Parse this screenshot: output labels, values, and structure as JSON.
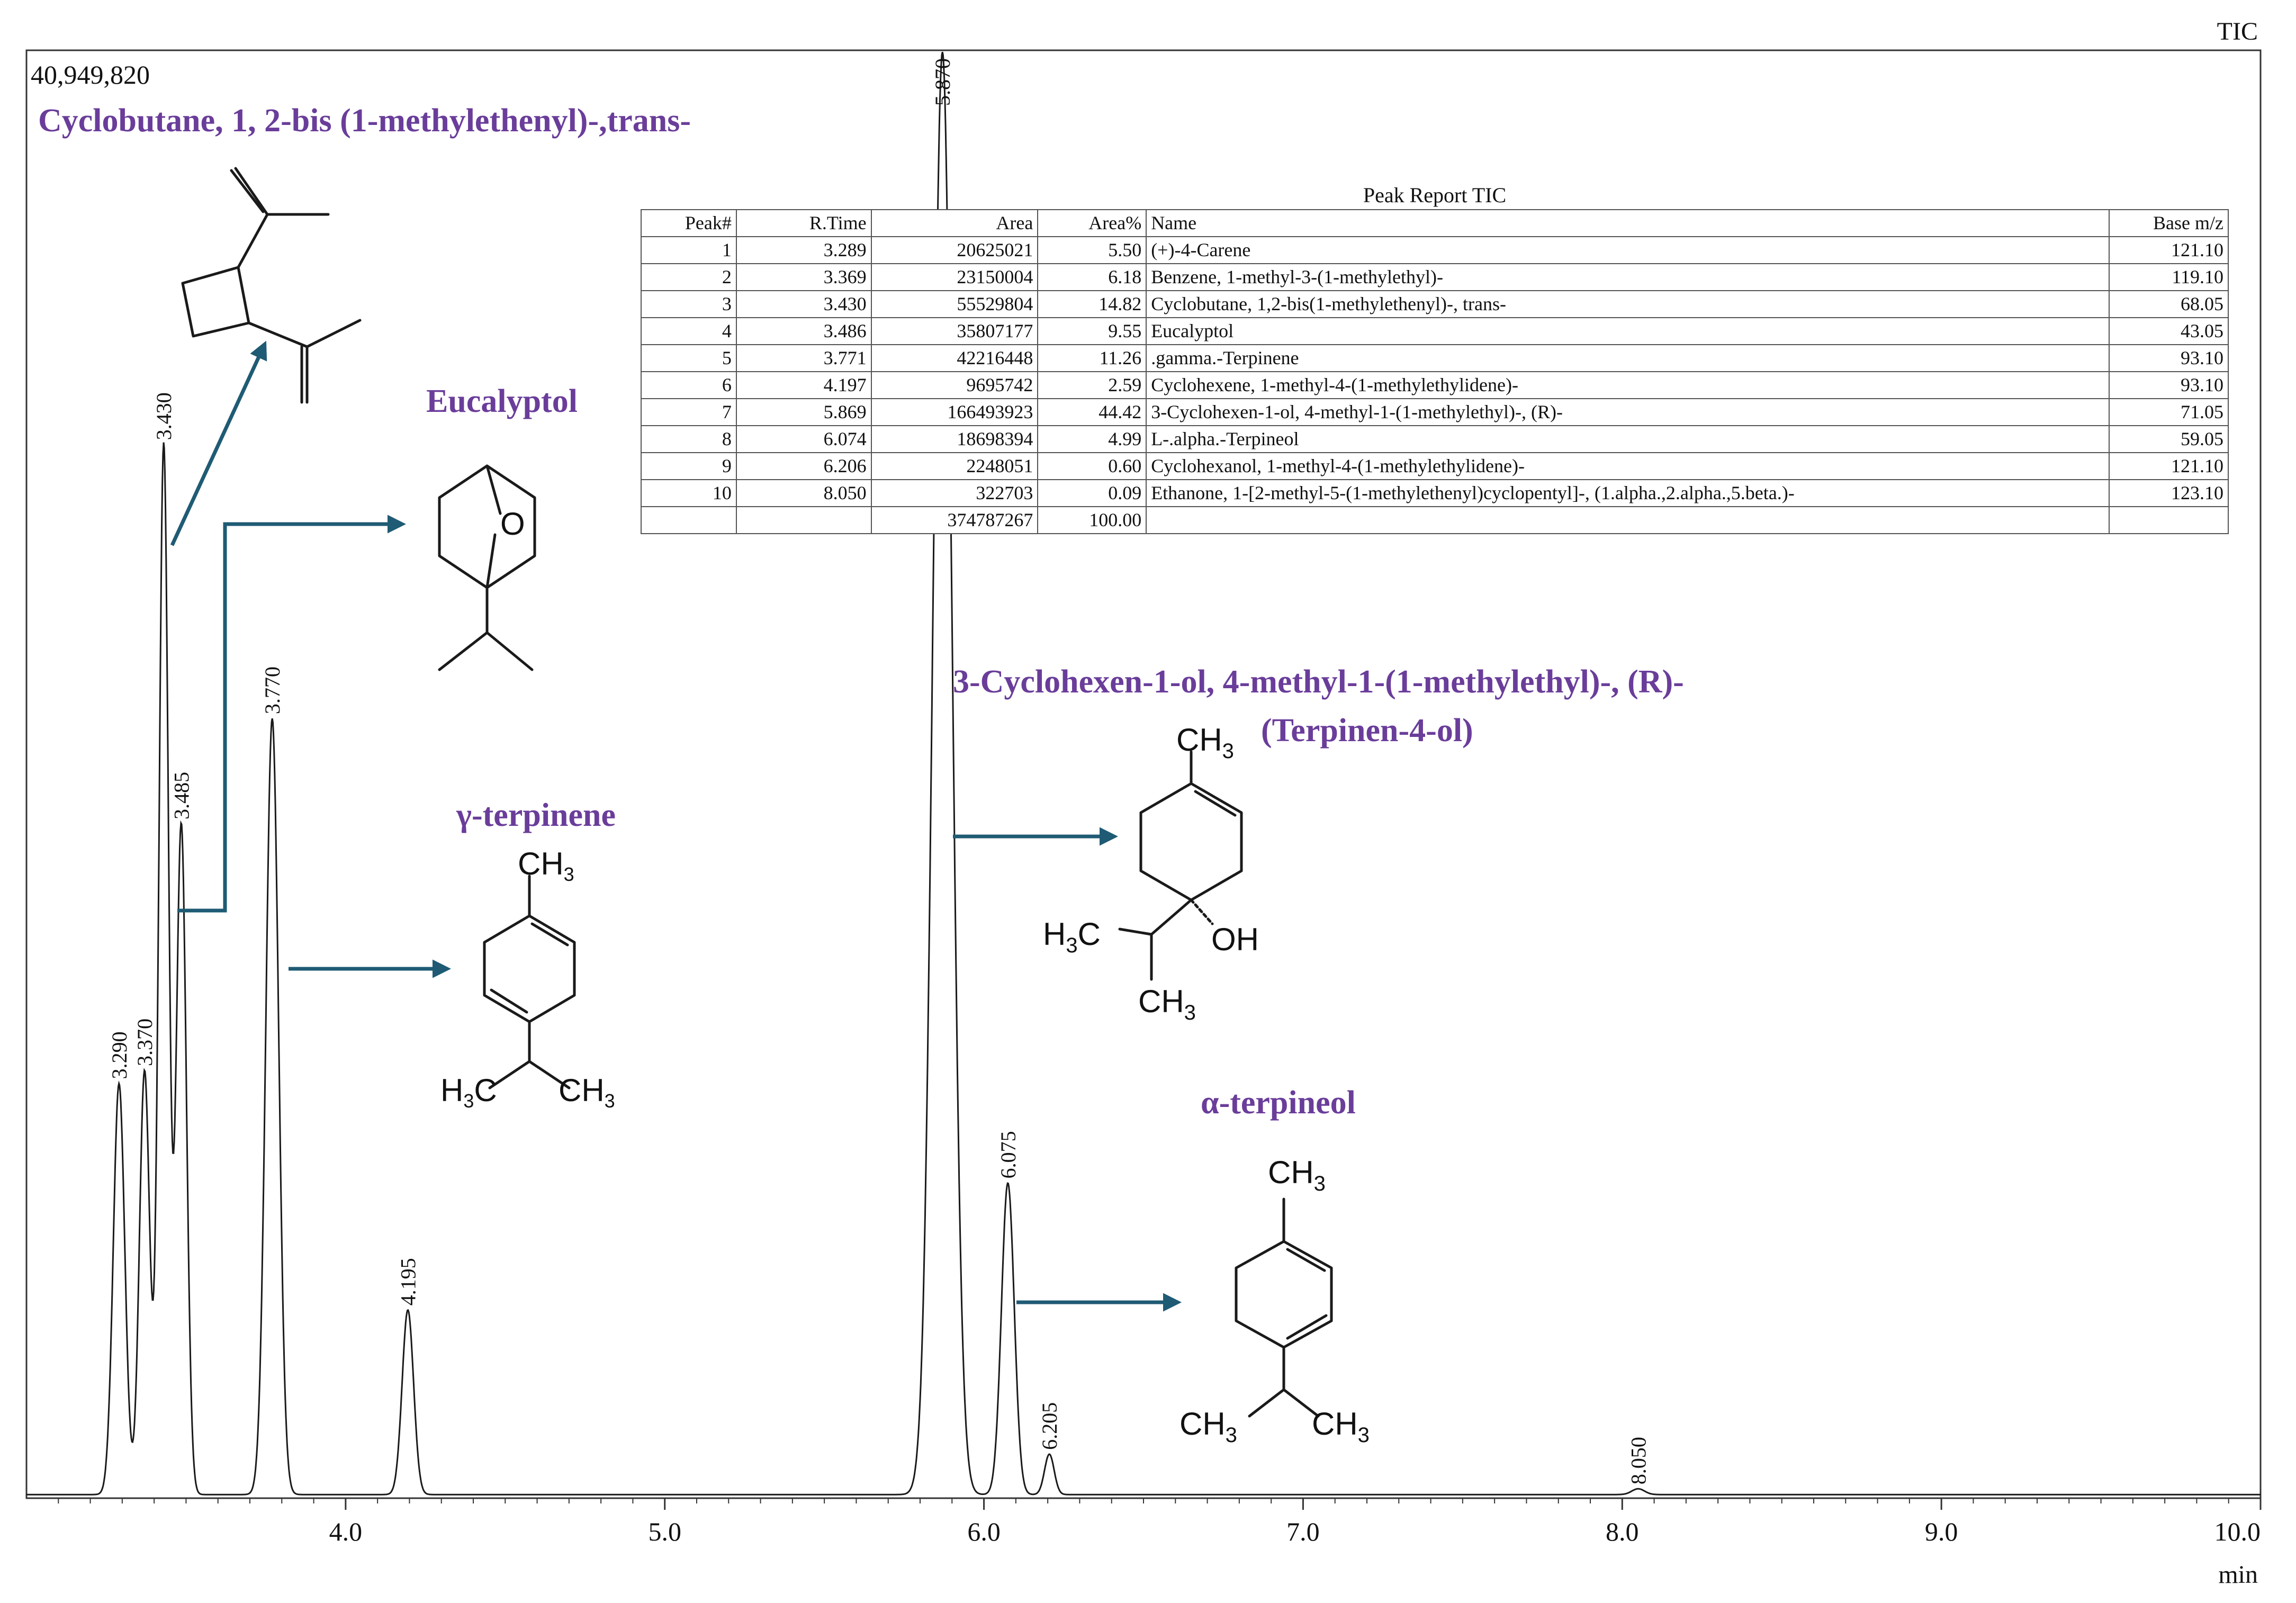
{
  "chart_data": {
    "type": "line",
    "trace_label": "TIC",
    "max_intensity_label": "40,949,820",
    "xlabel": "min",
    "xlim": [
      3.0,
      10.0
    ],
    "x_ticks": [
      "4.0",
      "5.0",
      "6.0",
      "7.0",
      "8.0",
      "9.0",
      "10.0"
    ],
    "ylim": [
      0,
      1.0
    ],
    "peaks": [
      {
        "rt": 3.29,
        "label": "3.290",
        "height": 0.285,
        "width": 0.018
      },
      {
        "rt": 3.37,
        "label": "3.370",
        "height": 0.294,
        "width": 0.016
      },
      {
        "rt": 3.43,
        "label": "3.430",
        "height": 0.728,
        "width": 0.015
      },
      {
        "rt": 3.485,
        "label": "3.485",
        "height": 0.465,
        "width": 0.016
      },
      {
        "rt": 3.77,
        "label": "3.770",
        "height": 0.538,
        "width": 0.02
      },
      {
        "rt": 4.195,
        "label": "4.195",
        "height": 0.128,
        "width": 0.018
      },
      {
        "rt": 5.87,
        "label": "5.870",
        "height": 1.0,
        "width": 0.03
      },
      {
        "rt": 6.075,
        "label": "6.075",
        "height": 0.216,
        "width": 0.02
      },
      {
        "rt": 6.205,
        "label": "6.205",
        "height": 0.028,
        "width": 0.015
      },
      {
        "rt": 8.05,
        "label": "8.050",
        "height": 0.004,
        "width": 0.02
      }
    ]
  },
  "peak_report": {
    "title": "Peak Report TIC",
    "headers": [
      "Peak#",
      "R.Time",
      "Area",
      "Area%",
      "Name",
      "Base m/z"
    ],
    "rows": [
      [
        "1",
        "3.289",
        "20625021",
        "5.50",
        "(+)-4-Carene",
        "121.10"
      ],
      [
        "2",
        "3.369",
        "23150004",
        "6.18",
        "Benzene, 1-methyl-3-(1-methylethyl)-",
        "119.10"
      ],
      [
        "3",
        "3.430",
        "55529804",
        "14.82",
        "Cyclobutane, 1,2-bis(1-methylethenyl)-, trans-",
        "68.05"
      ],
      [
        "4",
        "3.486",
        "35807177",
        "9.55",
        "Eucalyptol",
        "43.05"
      ],
      [
        "5",
        "3.771",
        "42216448",
        "11.26",
        ".gamma.-Terpinene",
        "93.10"
      ],
      [
        "6",
        "4.197",
        "9695742",
        "2.59",
        "Cyclohexene, 1-methyl-4-(1-methylethylidene)-",
        "93.10"
      ],
      [
        "7",
        "5.869",
        "166493923",
        "44.42",
        "3-Cyclohexen-1-ol, 4-methyl-1-(1-methylethyl)-, (R)-",
        "71.05"
      ],
      [
        "8",
        "6.074",
        "18698394",
        "4.99",
        "L-.alpha.-Terpineol",
        "59.05"
      ],
      [
        "9",
        "6.206",
        "2248051",
        "0.60",
        "Cyclohexanol, 1-methyl-4-(1-methylethylidene)-",
        "121.10"
      ],
      [
        "10",
        "8.050",
        "322703",
        "0.09",
        "Ethanone, 1-[2-methyl-5-(1-methylethenyl)cyclopentyl]-, (1.alpha.,2.alpha.,5.beta.)-",
        "123.10"
      ]
    ],
    "total_row": [
      "",
      "",
      "374787267",
      "100.00",
      "",
      ""
    ]
  },
  "annotations": {
    "cyclobutane": "Cyclobutane,  1, 2-bis  (1-methylethenyl)-,trans-",
    "eucalyptol": "Eucalyptol",
    "gamma_terpinene": "γ-terpinene",
    "terpinen4ol_line1": "3-Cyclohexen-1-ol,  4-methyl-1-(1-methylethyl)-,  (R)-",
    "terpinen4ol_line2": "(Terpinen-4-ol)",
    "alpha_terpineol": "α-terpineol"
  },
  "atoms": {
    "ch3": "CH",
    "sub3": "3",
    "h3c": "H",
    "h3c_sub": "3",
    "c": "C",
    "oh": "OH",
    "o": "O"
  },
  "colors": {
    "annotation": "#6a3d9a",
    "arrow": "#1f5b74",
    "trace": "#1a1a1a"
  }
}
